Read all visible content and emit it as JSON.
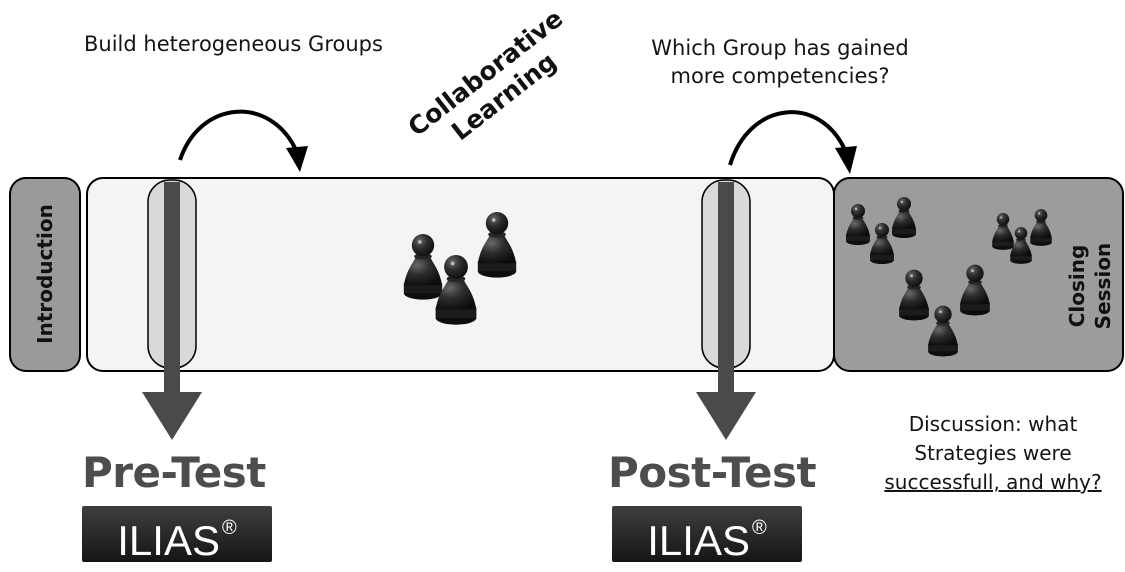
{
  "annotations": {
    "build_groups": "Build heterogeneous Groups",
    "which_group": [
      "Which Group has gained",
      "more competencies?"
    ],
    "discussion": [
      "Discussion: what",
      "Strategies were",
      "successfull, and why?"
    ]
  },
  "phases": {
    "introduction": "Introduction",
    "collaborative": [
      "Collaborative",
      "Learning"
    ],
    "closing": [
      "Closing",
      "Session"
    ]
  },
  "tests": {
    "pre": "Pre-Test",
    "post": "Post-Test",
    "logo": "ILIAS",
    "logo_mark": "®"
  },
  "colors": {
    "panel_fill": "#f3f3f3",
    "intro_fill": "#9a9a9a",
    "closing_fill": "#9c9c9c",
    "arrow": "#4a4a4a",
    "pawn": "#2a2a2a"
  }
}
